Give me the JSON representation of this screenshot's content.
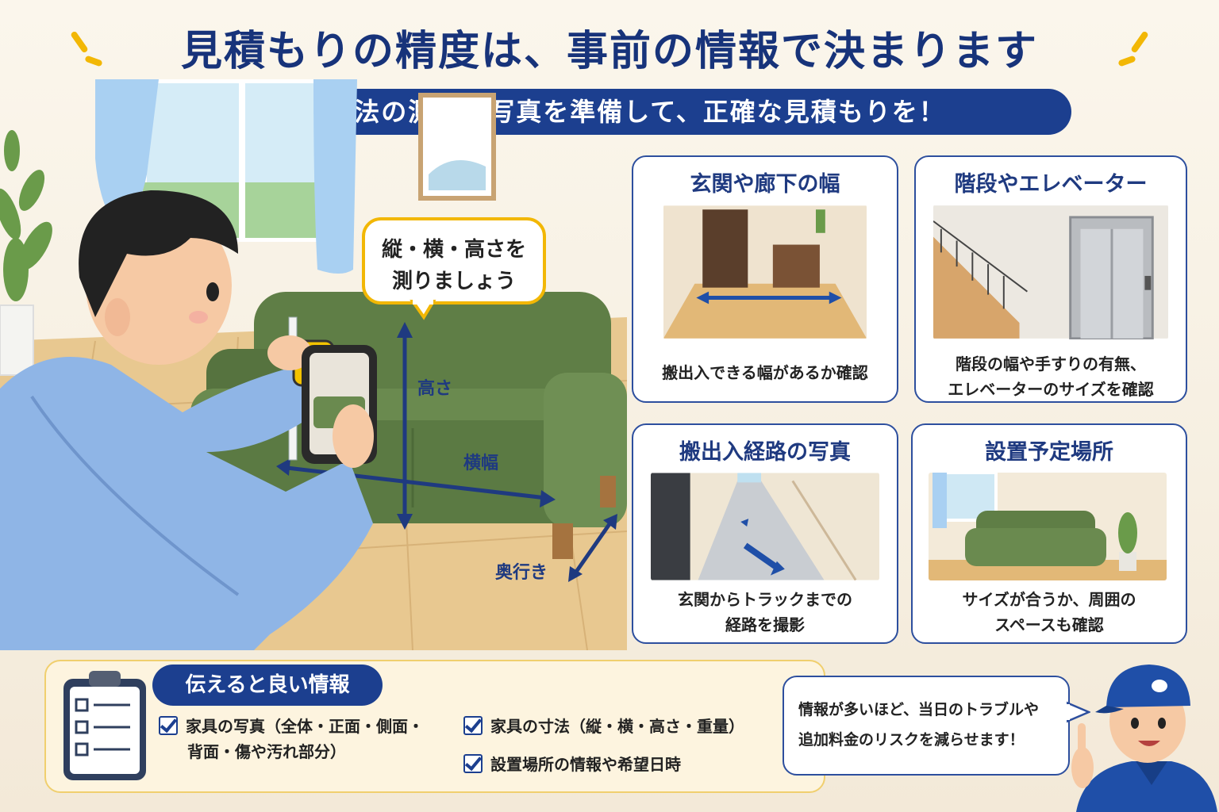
{
  "header": {
    "title": "見積もりの精度は、事前の情報で決まります",
    "subtitle": "寸法の測定と写真を準備して、正確な見積もりを！"
  },
  "scene": {
    "bubble_line1": "縦・横・高さを",
    "bubble_line2": "測りましょう",
    "label_height": "高さ",
    "label_width": "横幅",
    "label_depth": "奥行き"
  },
  "cards": [
    {
      "title": "玄関や廊下の幅",
      "caption_line1": "搬出入できる幅があるか確認",
      "caption_line2": ""
    },
    {
      "title": "階段やエレベーター",
      "caption_line1": "階段の幅や手すりの有無、",
      "caption_line2": "エレベーターのサイズを確認"
    },
    {
      "title": "搬出入経路の写真",
      "caption_line1": "玄関からトラックまでの",
      "caption_line2": "経路を撮影"
    },
    {
      "title": "設置予定場所",
      "caption_line1": "サイズが合うか、周囲の",
      "caption_line2": "スペースも確認"
    }
  ],
  "info": {
    "heading": "伝えると良い情報",
    "item1_line1": "家具の写真（全体・正面・側面・",
    "item1_line2": "背面・傷や汚れ部分）",
    "item2": "家具の寸法（縦・横・高さ・重量）",
    "item3": "設置場所の情報や希望日時"
  },
  "mover": {
    "speech_line1": "情報が多いほど、当日のトラブルや",
    "speech_line2": "追加料金のリスクを減らせます！"
  },
  "colors": {
    "navy": "#1c3f8f",
    "sofa_green": "#5e7d45",
    "accent_yellow": "#f2b705",
    "shirt_blue": "#8fb5e6"
  }
}
